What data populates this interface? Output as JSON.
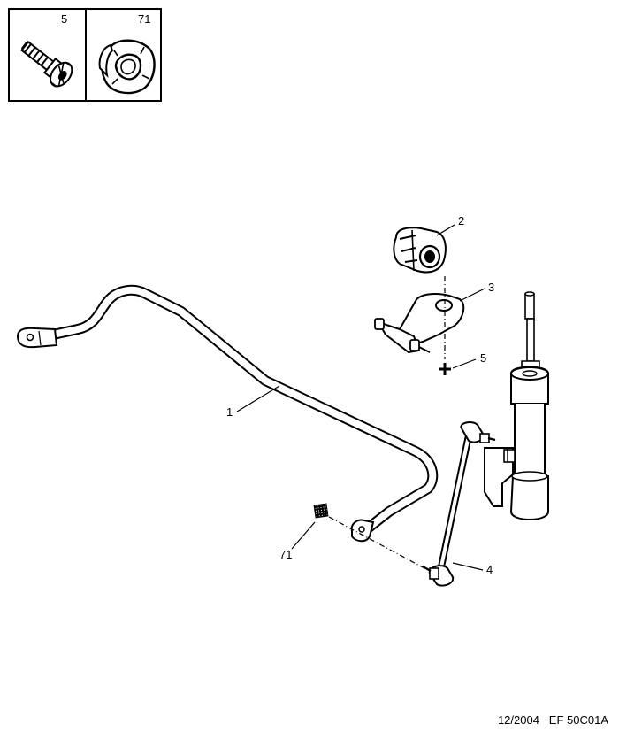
{
  "legend": {
    "items": [
      {
        "number": "5",
        "icon": "bolt-icon"
      },
      {
        "number": "71",
        "icon": "washer-icon"
      }
    ]
  },
  "callouts": [
    {
      "number": "1",
      "part": "stabilizer-bar"
    },
    {
      "number": "2",
      "part": "bushing"
    },
    {
      "number": "3",
      "part": "clamp-bracket"
    },
    {
      "number": "5",
      "part": "bolt"
    },
    {
      "number": "4",
      "part": "drop-link"
    },
    {
      "number": "71",
      "part": "washer"
    }
  ],
  "footer": {
    "date": "12/2004",
    "ref": "EF 50C01A"
  }
}
